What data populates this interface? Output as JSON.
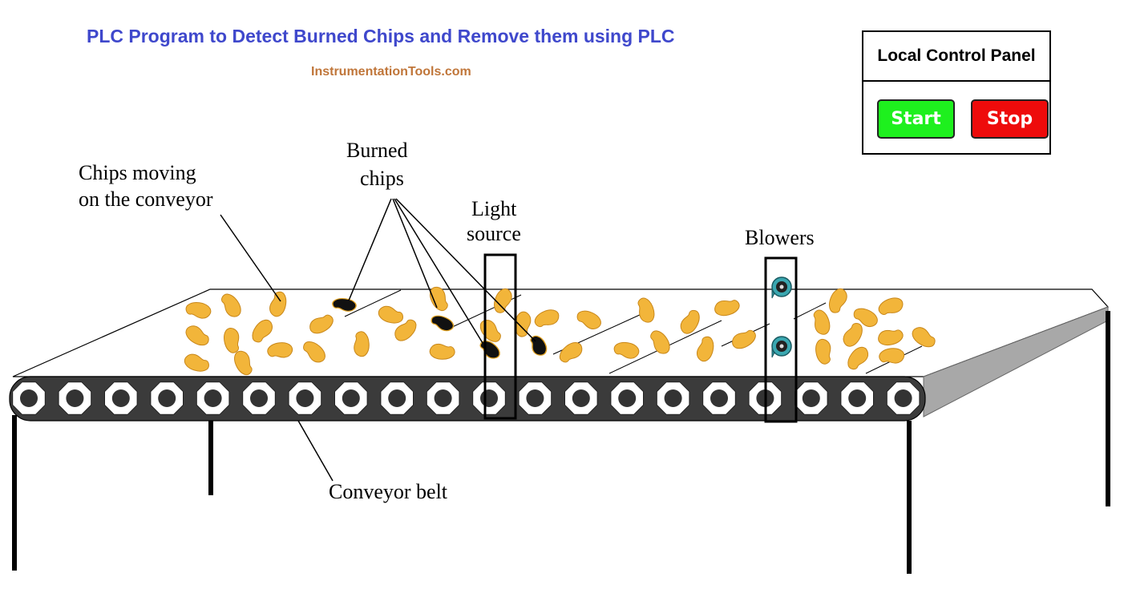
{
  "title": "PLC Program to Detect Burned Chips and Remove them using PLC",
  "site": "InstrumentationTools.com",
  "panel": {
    "title": "Local Control Panel",
    "start_label": "Start",
    "stop_label": "Stop",
    "colors": {
      "start": "#1ef01e",
      "stop": "#ee0b0b"
    }
  },
  "labels": {
    "chips_line1": "Chips moving",
    "chips_line2": "on the conveyor",
    "burned_line1": "Burned",
    "burned_line2": "chips",
    "light_line1": "Light",
    "light_line2": "source",
    "blowers": "Blowers",
    "belt": "Conveyor belt"
  },
  "colors": {
    "title": "#3f48cc",
    "site": "#c0763a",
    "chip": "#f2b53a",
    "burned_chip": "#111111",
    "blower": "#2a8f99",
    "belt": "#3b3b3b"
  }
}
